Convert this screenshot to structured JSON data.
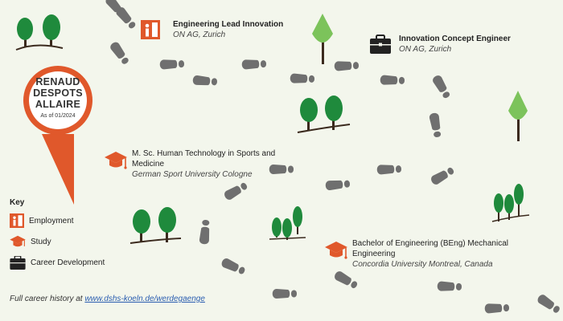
{
  "profile": {
    "name_lines": [
      "RENAUD",
      "DESPOTS",
      "ALLAIRE"
    ],
    "as_of": "As of 01/2024"
  },
  "entries": [
    {
      "type": "employment",
      "title": "Engineering Lead Innovation",
      "org": "ON AG, Zurich"
    },
    {
      "type": "career",
      "title": "Innovation Concept Engineer",
      "org": "ON AG, Zurich"
    },
    {
      "type": "study",
      "title_lines": [
        "M. Sc. Human Technology in Sports and",
        "Medicine"
      ],
      "org": "German Sport University Cologne"
    },
    {
      "type": "study",
      "title_lines": [
        "Bachelor of Engineering (BEng) Mechanical",
        "Engineering"
      ],
      "org": "Concordia University Montreal, Canada"
    }
  ],
  "key": {
    "heading": "Key",
    "items": [
      {
        "icon": "employment-icon",
        "label": "Employment"
      },
      {
        "icon": "study-icon",
        "label": "Study"
      },
      {
        "icon": "career-icon",
        "label": "Career Development"
      }
    ]
  },
  "footer": {
    "text": "Full career history at ",
    "link": "www.dshs-koeln.de/werdegaenge"
  },
  "colors": {
    "accent": "#e0582b",
    "footprint": "#6f6f6f",
    "tree_dark": "#1f8a3c",
    "tree_light": "#7cc35b",
    "trunk": "#3b2a1e",
    "background": "#f3f6ec"
  }
}
